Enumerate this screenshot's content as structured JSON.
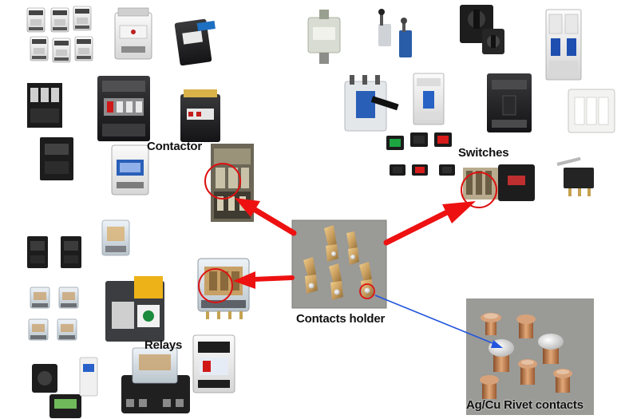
{
  "labels": {
    "contactor": "Contactor",
    "switches": "Switches",
    "relays": "Relays",
    "contacts_holder": "Contacts holder",
    "rivet_contacts": "Ag/Cu Rivet contacts"
  },
  "colors": {
    "arrow_red": "#ee1111",
    "arrow_blue": "#2255dd",
    "highlight_circle": "#dd1111",
    "photo_background": "#9a9a96",
    "copper": "#c98a5a",
    "silver": "#e4e4e2"
  },
  "icons": [
    "contactor-icon",
    "relay-icon",
    "switch-icon",
    "breaker-icon",
    "rivet-contact-icon",
    "contact-holder-icon",
    "arrow-icon"
  ]
}
